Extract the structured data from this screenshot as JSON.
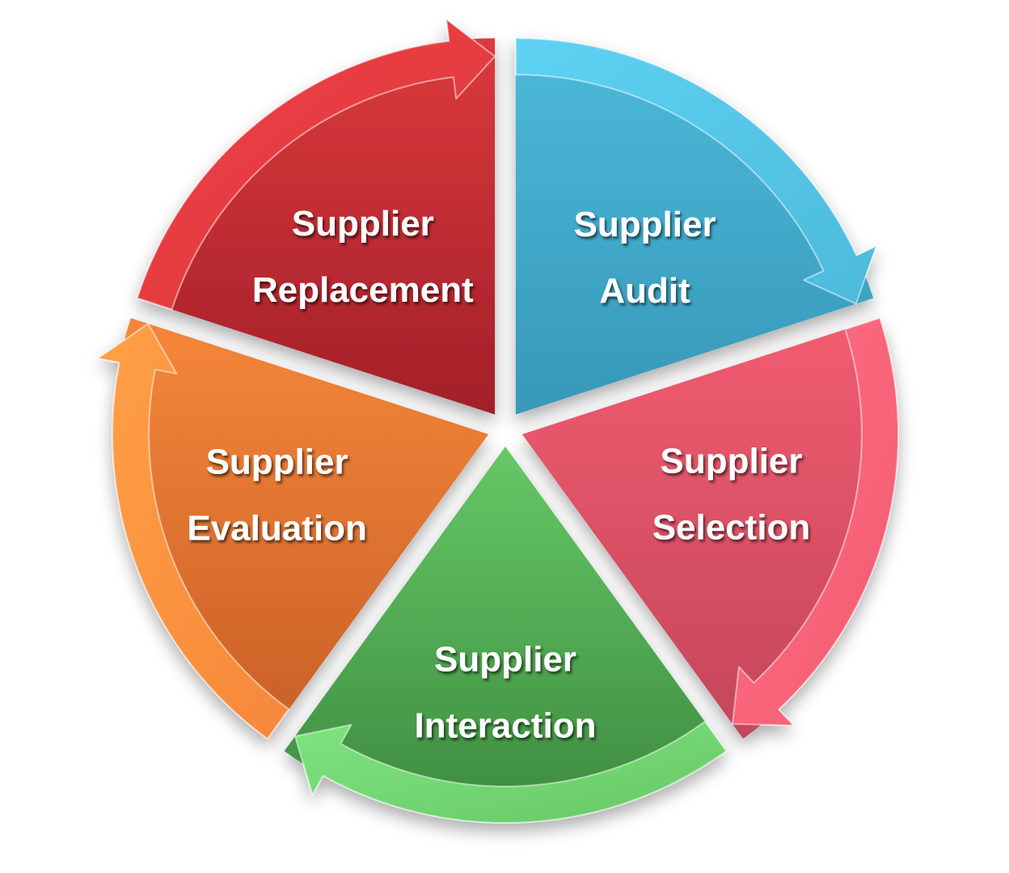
{
  "diagram": {
    "type": "cycle",
    "direction": "clockwise",
    "segments": [
      {
        "lines": [
          "Supplier",
          "Audit"
        ],
        "colors": {
          "top": "#4cbadb",
          "bottom": "#3798b8",
          "band": "#5ed2f3"
        }
      },
      {
        "lines": [
          "Supplier",
          "Selection"
        ],
        "colors": {
          "top": "#f25c70",
          "bottom": "#c4465a",
          "band": "#ff6e84"
        }
      },
      {
        "lines": [
          "Supplier",
          "Interaction"
        ],
        "colors": {
          "top": "#66c866",
          "bottom": "#3c8a3e",
          "band": "#7ee47e"
        }
      },
      {
        "lines": [
          "Supplier",
          "Evaluation"
        ],
        "colors": {
          "top": "#f6873a",
          "bottom": "#c85f27",
          "band": "#ffa046"
        }
      },
      {
        "lines": [
          "Supplier",
          "Replacement"
        ],
        "colors": {
          "top": "#dc3a3c",
          "bottom": "#a21f29",
          "band": "#ef3f46"
        }
      }
    ]
  }
}
